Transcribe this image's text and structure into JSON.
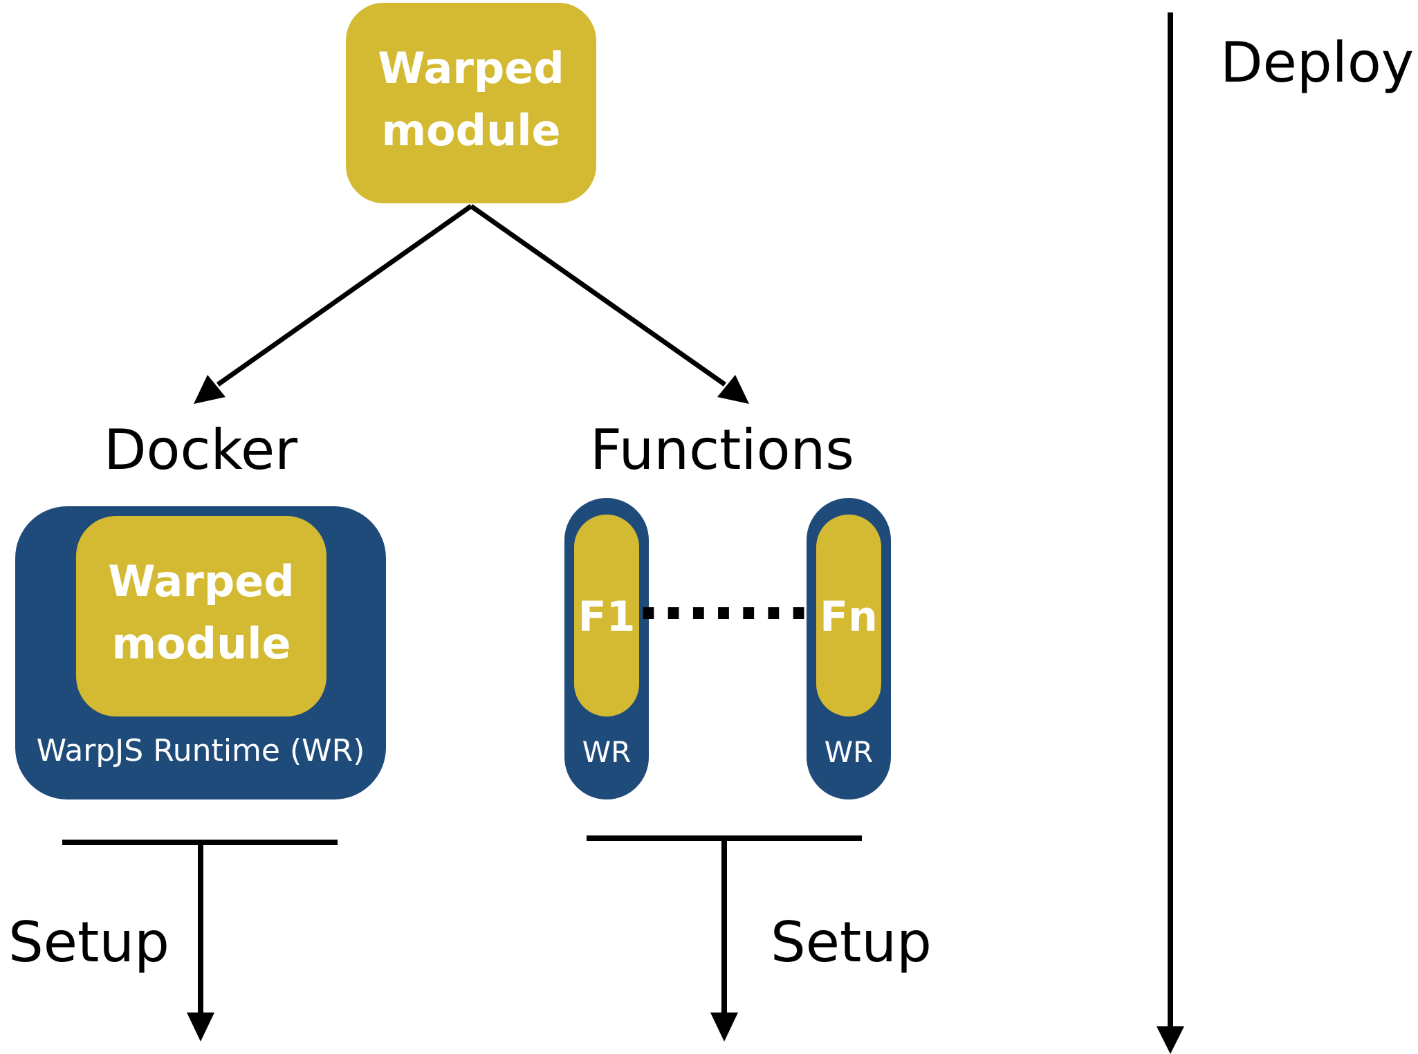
{
  "colors": {
    "gold": "#D4BA32",
    "navy": "#1F4B7A",
    "line": "#000000",
    "white": "#FFFFFF"
  },
  "top_box": {
    "line1": "Warped",
    "line2": "module"
  },
  "docker": {
    "title": "Docker",
    "inner_line1": "Warped",
    "inner_line2": "module",
    "runtime_label": "WarpJS Runtime (WR)",
    "setup_label": "Setup"
  },
  "functions": {
    "title": "Functions",
    "first": {
      "name": "F1",
      "runtime": "WR"
    },
    "last": {
      "name": "Fn",
      "runtime": "WR"
    },
    "ellipsis": ".......",
    "setup_label": "Setup"
  },
  "deploy_label": "Deploy"
}
